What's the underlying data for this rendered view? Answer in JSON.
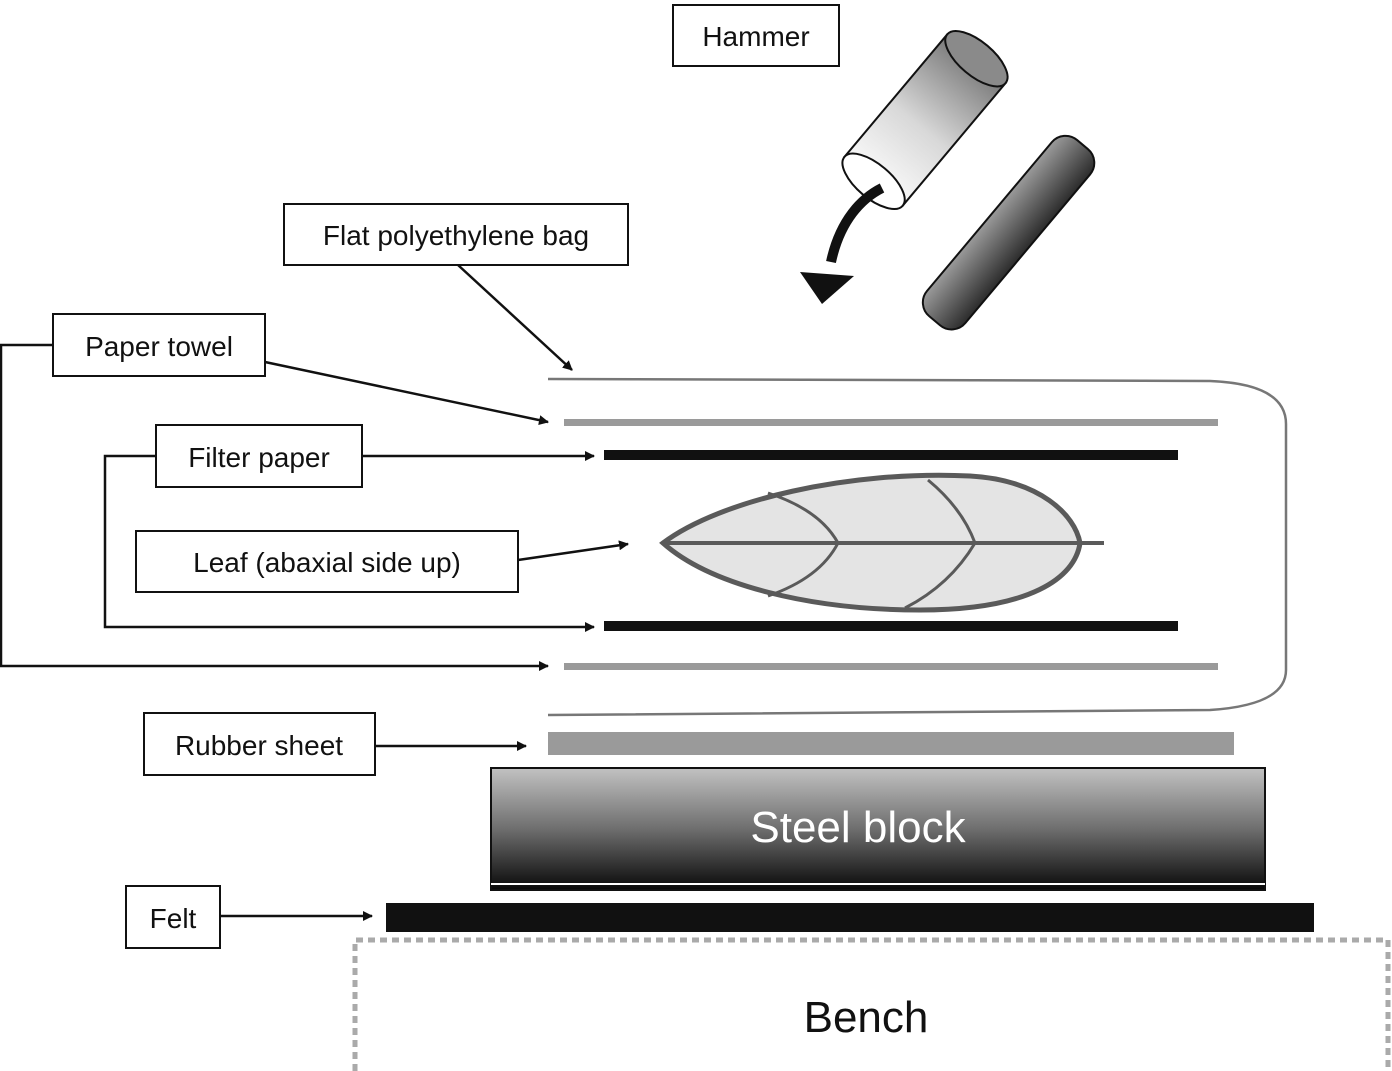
{
  "labels": {
    "hammer": "Hammer",
    "bag": "Flat polyethylene bag",
    "paper_towel": "Paper towel",
    "filter_paper": "Filter paper",
    "leaf": "Leaf (abaxial side up)",
    "rubber_sheet": "Rubber sheet",
    "steel_block": "Steel block",
    "felt": "Felt",
    "bench": "Bench"
  },
  "colors": {
    "text": "#111111",
    "paper_towel": "#9a9a9a",
    "filter_paper": "#111111",
    "rubber_sheet": "#9a9a9a",
    "felt": "#111111",
    "leaf_fill": "#e4e4e4",
    "leaf_stroke": "#5a5a5a",
    "bag_stroke": "#777777",
    "bench_stroke": "#aaaaaa",
    "steel_text": "#ffffff"
  },
  "icons": {
    "hammer": "hammer-icon",
    "swing_arrow": "curved-arrow-icon"
  }
}
